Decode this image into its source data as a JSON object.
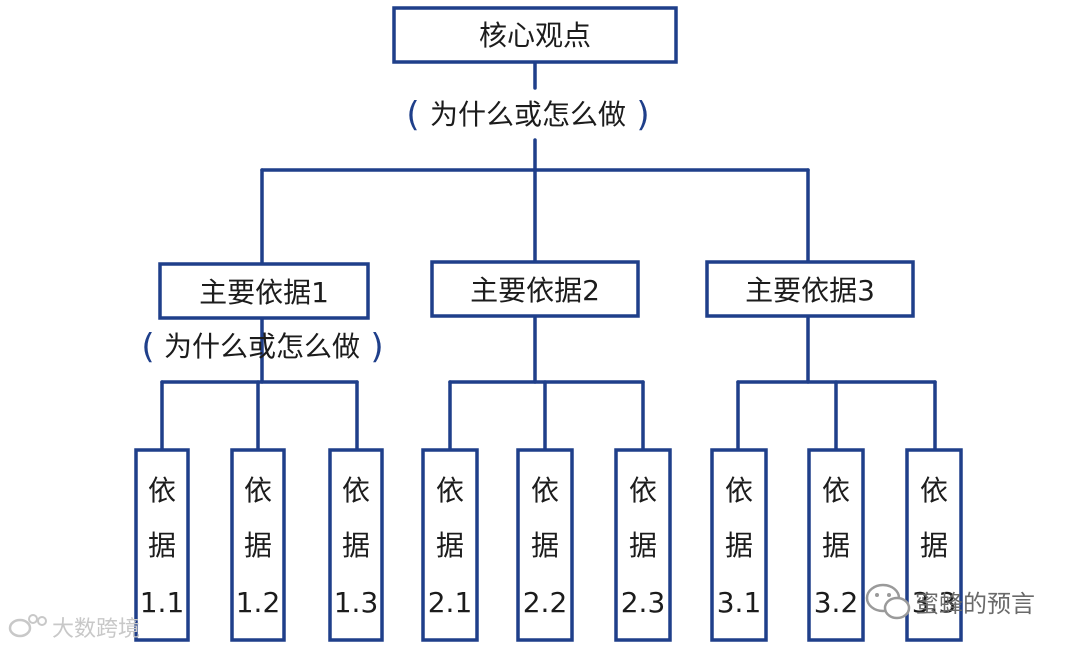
{
  "diagram": {
    "root": {
      "label": "核心观点",
      "note": "为什么或怎么做",
      "note_open": "(",
      "note_close": ")"
    },
    "main_reasons": [
      {
        "label": "主要依据1",
        "note": "为什么或怎么做",
        "note_open": "(",
        "note_close": ")",
        "evidence": [
          {
            "line1": "依",
            "line2": "据",
            "number": "1.1"
          },
          {
            "line1": "依",
            "line2": "据",
            "number": "1.2"
          },
          {
            "line1": "依",
            "line2": "据",
            "number": "1.3"
          }
        ]
      },
      {
        "label": "主要依据2",
        "evidence": [
          {
            "line1": "依",
            "line2": "据",
            "number": "2.1"
          },
          {
            "line1": "依",
            "line2": "据",
            "number": "2.2"
          },
          {
            "line1": "依",
            "line2": "据",
            "number": "2.3"
          }
        ]
      },
      {
        "label": "主要依据3",
        "evidence": [
          {
            "line1": "依",
            "line2": "据",
            "number": "3.1"
          },
          {
            "line1": "依",
            "line2": "据",
            "number": "3.2"
          },
          {
            "line1": "依",
            "line2": "据",
            "number": "3.3"
          }
        ]
      }
    ]
  },
  "watermarks": {
    "left": "大数跨境",
    "right": "蜜蜂的预言"
  },
  "colors": {
    "stroke": "#1f3f8a",
    "text": "#1c1c1c"
  }
}
